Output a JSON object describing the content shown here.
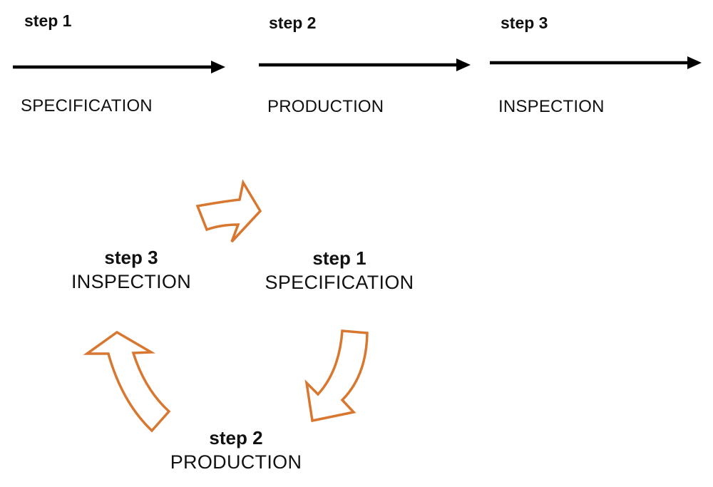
{
  "linear": {
    "steps": [
      {
        "step": "step 1",
        "stage": "SPECIFICATION"
      },
      {
        "step": "step 2",
        "stage": "PRODUCTION"
      },
      {
        "step": "step 3",
        "stage": "INSPECTION"
      }
    ]
  },
  "cycle": {
    "nodes": [
      {
        "step": "step 1",
        "stage": "SPECIFICATION"
      },
      {
        "step": "step 2",
        "stage": "PRODUCTION"
      },
      {
        "step": "step 3",
        "stage": "INSPECTION"
      }
    ]
  },
  "colors": {
    "line_arrow": "#000000",
    "cycle_arrow_stroke": "#d8772f",
    "cycle_arrow_fill": "#ffffff",
    "text": "#111111"
  },
  "icons": {
    "linear_arrow": "right-arrow-icon",
    "cycle_arrow": "curved-block-arrow-icon"
  }
}
